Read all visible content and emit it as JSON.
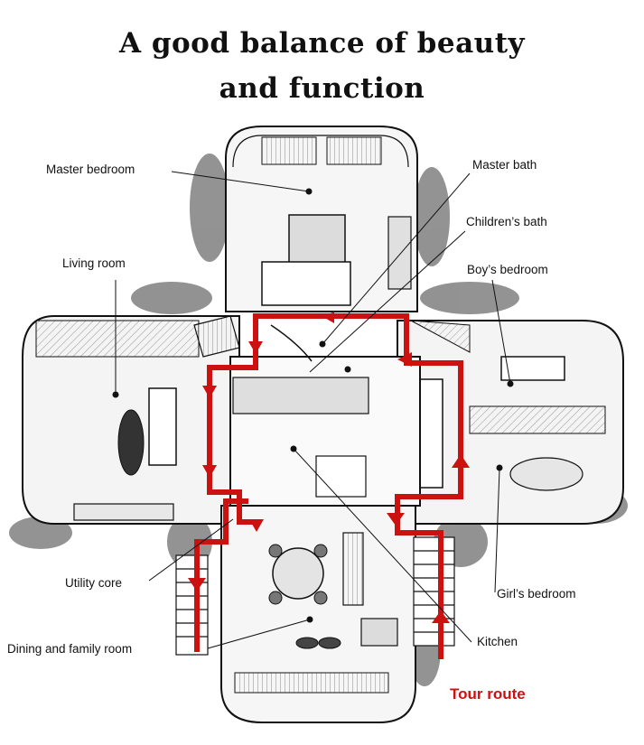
{
  "title": {
    "line1": "A good balance of beauty",
    "line2": "and function"
  },
  "labels": {
    "master_bedroom": "Master bedroom",
    "master_bath": "Master bath",
    "childrens_bath": "Children’s bath",
    "living_room": "Living room",
    "boys_bedroom": "Boy’s bedroom",
    "utility_core": "Utility core",
    "girls_bedroom": "Girl’s bedroom",
    "dining_family_room": "Dining and family room",
    "kitchen": "Kitchen",
    "tour_route": "Tour route"
  },
  "colors": {
    "tour_route": "#cc1111",
    "ink": "#111111",
    "shell_fill": "#e9e9e9",
    "floor_fill": "#f6f6f6",
    "foliage": "#3a3a3a"
  }
}
